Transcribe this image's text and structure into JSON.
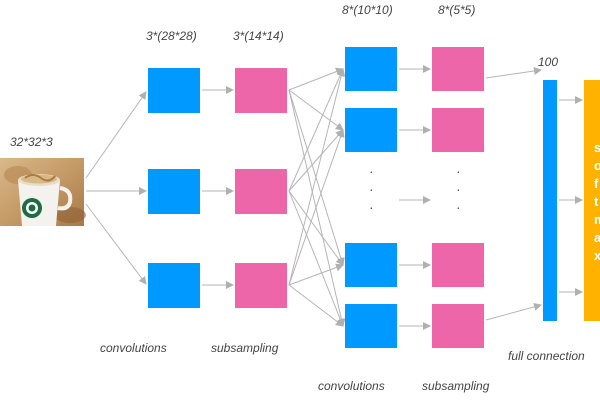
{
  "input": {
    "size_label": "32*32*3",
    "image_icon": "coffee-cup-image"
  },
  "layers": {
    "conv1": {
      "label": "3*(28*28)",
      "caption": "convolutions",
      "color": "#0099ff"
    },
    "pool1": {
      "label": "3*(14*14)",
      "caption": "subsampling",
      "color": "#ee66aa"
    },
    "conv2": {
      "label": "8*(10*10)",
      "caption": "convolutions",
      "color": "#0099ff"
    },
    "pool2": {
      "label": "8*(5*5)",
      "caption": "subsampling",
      "color": "#ee66aa"
    },
    "fc": {
      "label": "100",
      "caption": "full connection",
      "color": "#0099ff"
    },
    "softmax": {
      "letters": [
        "s",
        "o",
        "f",
        "t",
        "m",
        "a",
        "x"
      ],
      "color": "#ffb300"
    }
  },
  "colors": {
    "arrow": "#b5b5b5",
    "blue": "#0099ff",
    "pink": "#ee66aa",
    "orange": "#ffb300"
  }
}
